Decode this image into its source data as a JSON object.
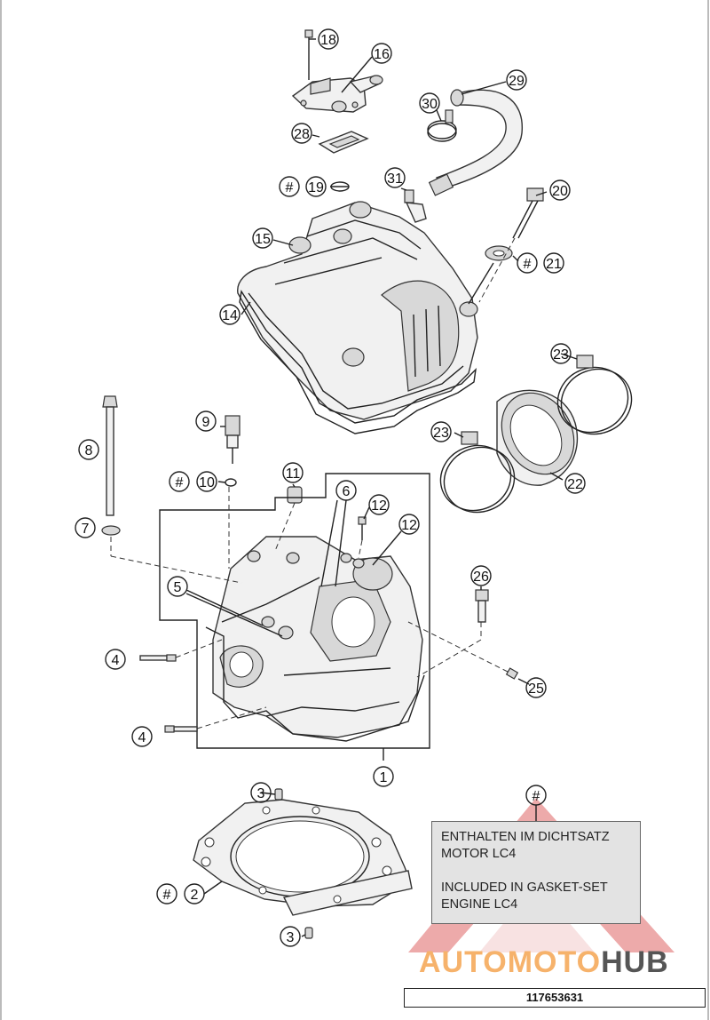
{
  "callouts": [
    {
      "id": "c1",
      "num": "1",
      "hash": false
    },
    {
      "id": "c2",
      "num": "2",
      "hash": true
    },
    {
      "id": "c3a",
      "num": "3",
      "hash": false
    },
    {
      "id": "c3b",
      "num": "3",
      "hash": false
    },
    {
      "id": "c4a",
      "num": "4",
      "hash": false
    },
    {
      "id": "c4b",
      "num": "4",
      "hash": false
    },
    {
      "id": "c5",
      "num": "5",
      "hash": false
    },
    {
      "id": "c6",
      "num": "6",
      "hash": false
    },
    {
      "id": "c7",
      "num": "7",
      "hash": false
    },
    {
      "id": "c8",
      "num": "8",
      "hash": false
    },
    {
      "id": "c9",
      "num": "9",
      "hash": false
    },
    {
      "id": "c10",
      "num": "10",
      "hash": true
    },
    {
      "id": "c11",
      "num": "11",
      "hash": false
    },
    {
      "id": "c12a",
      "num": "12",
      "hash": false
    },
    {
      "id": "c12b",
      "num": "12",
      "hash": false
    },
    {
      "id": "c14",
      "num": "14",
      "hash": false
    },
    {
      "id": "c15",
      "num": "15",
      "hash": false
    },
    {
      "id": "c16",
      "num": "16",
      "hash": false
    },
    {
      "id": "c18",
      "num": "18",
      "hash": false
    },
    {
      "id": "c19",
      "num": "19",
      "hash": true
    },
    {
      "id": "c20",
      "num": "20",
      "hash": false
    },
    {
      "id": "c21",
      "num": "21",
      "hash": true
    },
    {
      "id": "c22",
      "num": "22",
      "hash": false
    },
    {
      "id": "c23a",
      "num": "23",
      "hash": false
    },
    {
      "id": "c23b",
      "num": "23",
      "hash": false
    },
    {
      "id": "c25",
      "num": "25",
      "hash": false
    },
    {
      "id": "c26",
      "num": "26",
      "hash": false
    },
    {
      "id": "c28",
      "num": "28",
      "hash": false
    },
    {
      "id": "c29",
      "num": "29",
      "hash": false
    },
    {
      "id": "c30",
      "num": "30",
      "hash": false
    },
    {
      "id": "c31",
      "num": "31",
      "hash": false
    },
    {
      "id": "cnote",
      "num": "#",
      "hash": false
    }
  ],
  "hash_symbol": "#",
  "note": {
    "line1": "ENTHALTEN IM DICHTSATZ",
    "line2": "MOTOR LC4",
    "line3": "INCLUDED IN GASKET-SET",
    "line4": "ENGINE LC4"
  },
  "watermark": {
    "part1": "AUTOMOTO",
    "part2": "HUB",
    "color_light": "#f6b26b",
    "color_red": "#e06666"
  },
  "reference_number": "117653631"
}
